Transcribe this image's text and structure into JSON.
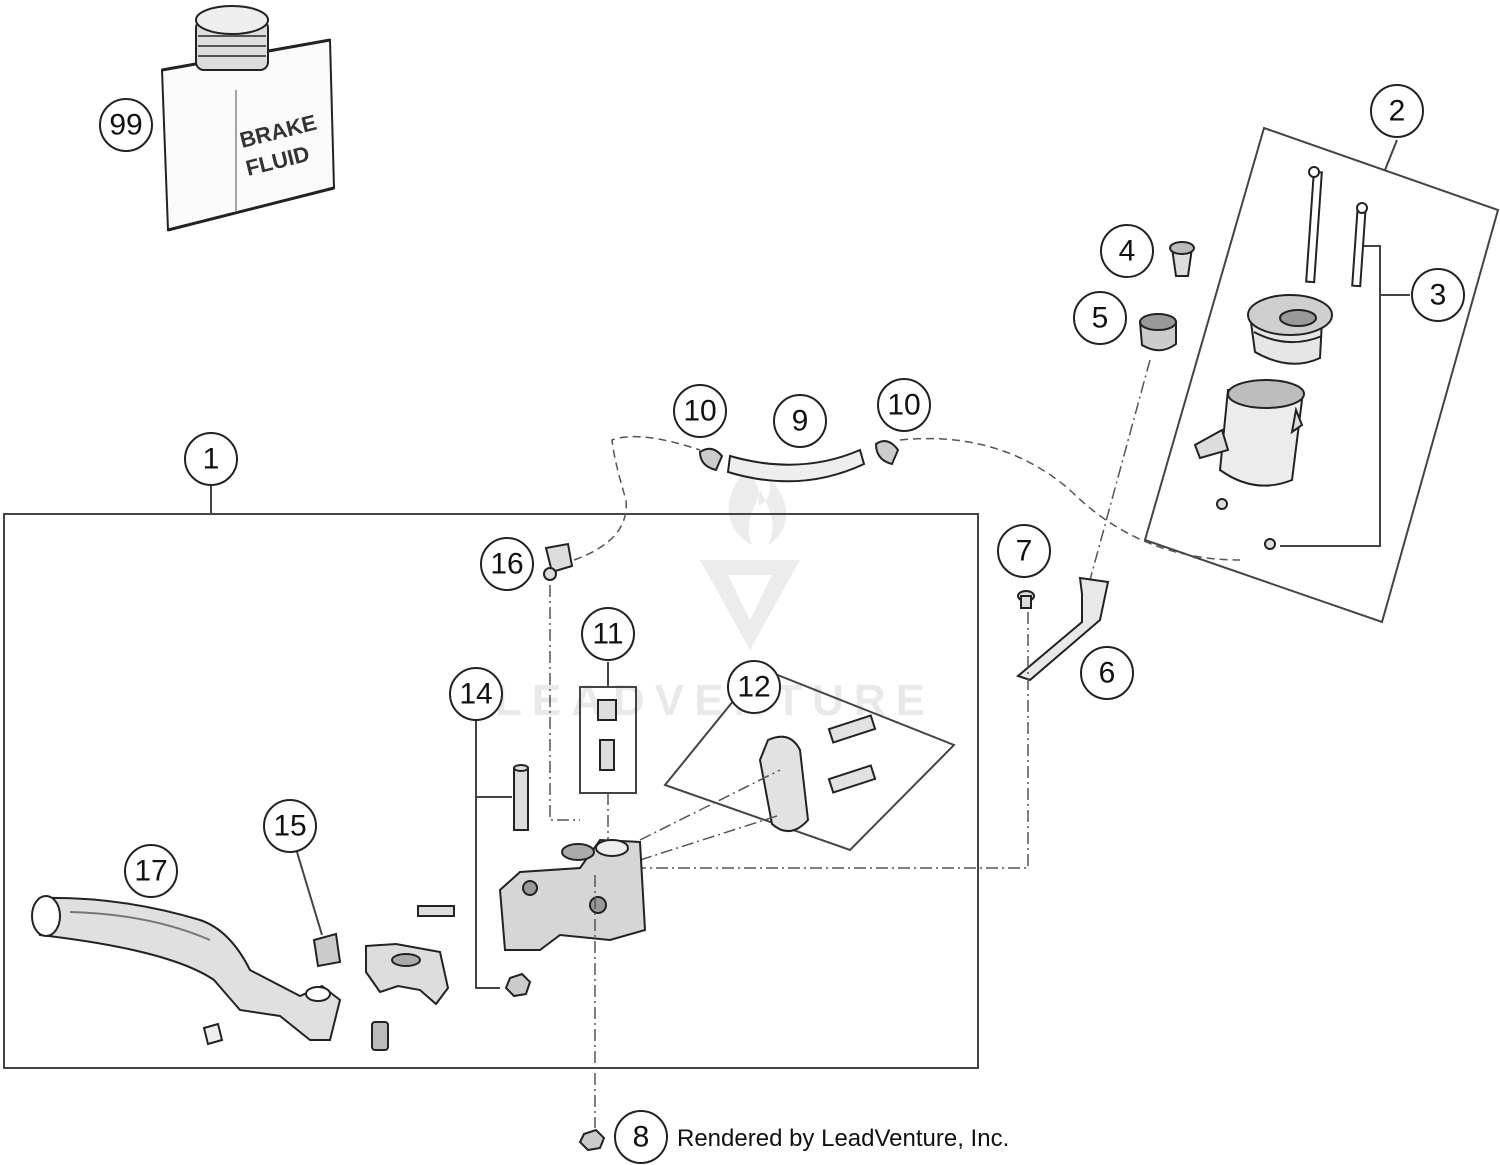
{
  "callouts": {
    "c1": "1",
    "c2": "2",
    "c3": "3",
    "c4": "4",
    "c5": "5",
    "c6": "6",
    "c7": "7",
    "c8": "8",
    "c9": "9",
    "c10a": "10",
    "c10b": "10",
    "c11": "11",
    "c12": "12",
    "c14": "14",
    "c15": "15",
    "c16": "16",
    "c17": "17",
    "c99": "99"
  },
  "bottle": {
    "label_line1": "BRAKE",
    "label_line2": "FLUID"
  },
  "watermark": {
    "text": "LEADVENTURE",
    "logo": "leadventure-logo-icon"
  },
  "credit": "Rendered by LeadVenture, Inc."
}
